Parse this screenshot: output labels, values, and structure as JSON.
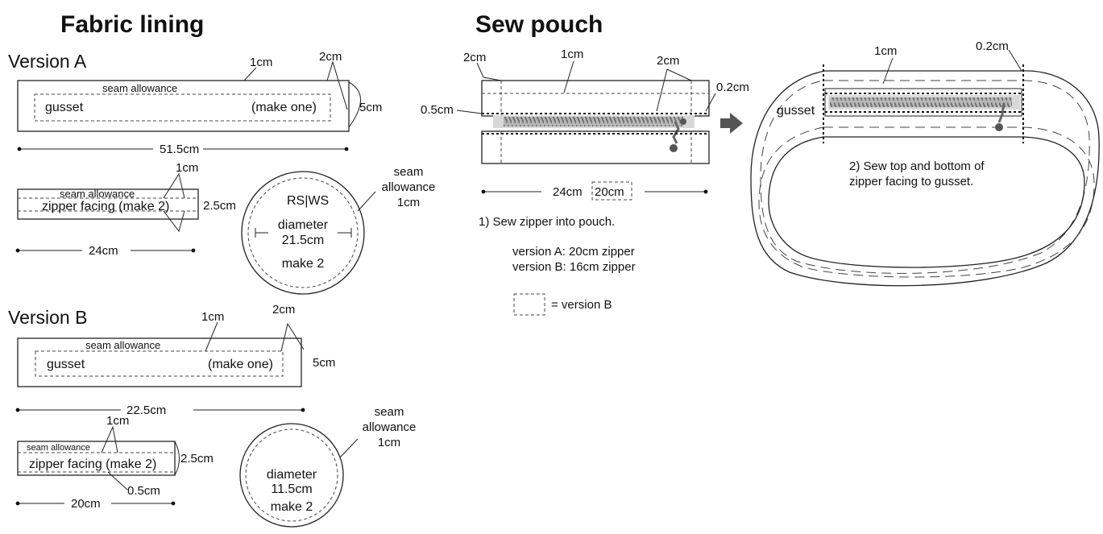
{
  "fabric_lining": {
    "title": "Fabric lining",
    "version_a": {
      "label": "Version A",
      "gusset": {
        "seam_label": "seam allowance",
        "name": "gusset",
        "count": "(make one)",
        "seam_width": "1cm",
        "corner": "2cm",
        "height": "5cm",
        "length": "51.5cm"
      },
      "zipper_facing": {
        "seam_label": "seam allowance",
        "name": "zipper facing (make 2)",
        "seam_width": "1cm",
        "height": "2.5cm",
        "length": "24cm"
      },
      "circle": {
        "side_label": "RS|WS",
        "diameter_label": "diameter",
        "diameter_value": "21.5cm",
        "count": "make 2",
        "seam_line1": "seam",
        "seam_line2": "allowance",
        "seam_line3": "1cm"
      }
    },
    "version_b": {
      "label": "Version B",
      "gusset": {
        "seam_label": "seam allowance",
        "name": "gusset",
        "count": "(make one)",
        "seam_width": "1cm",
        "corner": "2cm",
        "height": "5cm",
        "length": "22.5cm"
      },
      "zipper_facing": {
        "seam_label": "seam allowance",
        "name": "zipper facing (make 2)",
        "seam_width": "1cm",
        "inner": "0.5cm",
        "height": "2.5cm",
        "length": "20cm"
      },
      "circle": {
        "diameter_label": "diameter",
        "diameter_value": "11.5cm",
        "count": "make 2",
        "seam_line1": "seam",
        "seam_line2": "allowance",
        "seam_line3": "1cm"
      }
    }
  },
  "sew_pouch": {
    "title": "Sew pouch",
    "step1": {
      "left_edge": "2cm",
      "seam": "1cm",
      "right_edge": "2cm",
      "stitch": "0.2cm",
      "zip_offset": "0.5cm",
      "width": "24cm",
      "width_b": "20cm",
      "instruction": "1) Sew zipper into pouch.",
      "note_a": "version A: 20cm zipper",
      "note_b": "version B: 16cm zipper",
      "legend": "= version B"
    },
    "step2": {
      "seam": "1cm",
      "stitch": "0.2cm",
      "gusset_label": "gusset",
      "instruction_line1": "2) Sew top and bottom of",
      "instruction_line2": "zipper facing to gusset."
    }
  }
}
